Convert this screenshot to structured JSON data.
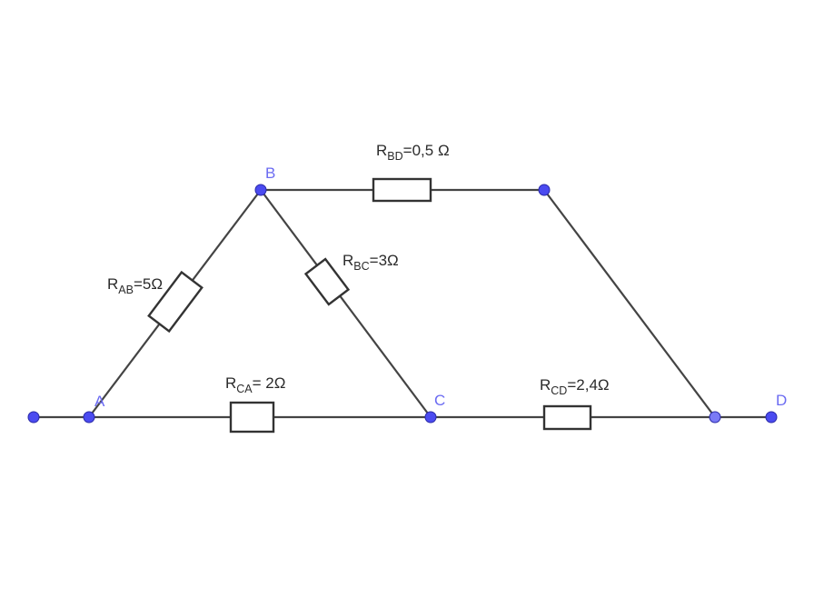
{
  "nodes": {
    "A": "A",
    "B": "B",
    "C": "C",
    "D": "D"
  },
  "resistors": {
    "AB": {
      "symbol": "R",
      "subscript": "AB",
      "value": "=5Ω"
    },
    "BC": {
      "symbol": "R",
      "subscript": "BC",
      "value": "=3Ω"
    },
    "BD": {
      "symbol": "R",
      "subscript": "BD",
      "value": "=0,5 Ω"
    },
    "CA": {
      "symbol": "R",
      "subscript": "CA",
      "value": "= 2Ω"
    },
    "CD": {
      "symbol": "R",
      "subscript": "CD",
      "value": "=2,4Ω"
    }
  },
  "colors": {
    "wire": "#444444",
    "node": "#4b4bf0",
    "node_label": "#6b6bf2",
    "text": "#2b2b2b"
  }
}
